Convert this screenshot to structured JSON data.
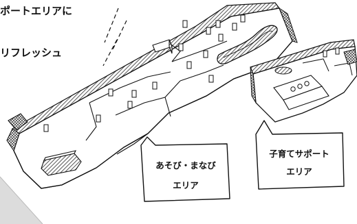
{
  "top_caption": {
    "line_1": "ポートエリアに",
    "line_2": "リフレッシュ"
  },
  "callouts": {
    "play_learn_area": {
      "line_1": "あそび・まなび",
      "line_2": "エリア"
    },
    "childcare_support_area": {
      "line_1": "子育てサポート",
      "line_2": "エリア"
    }
  },
  "colors": {
    "ink": "#111111",
    "hatch": "#6f6f6f",
    "paper": "#ffffff",
    "corner_triangle": "#dcdcdc"
  }
}
